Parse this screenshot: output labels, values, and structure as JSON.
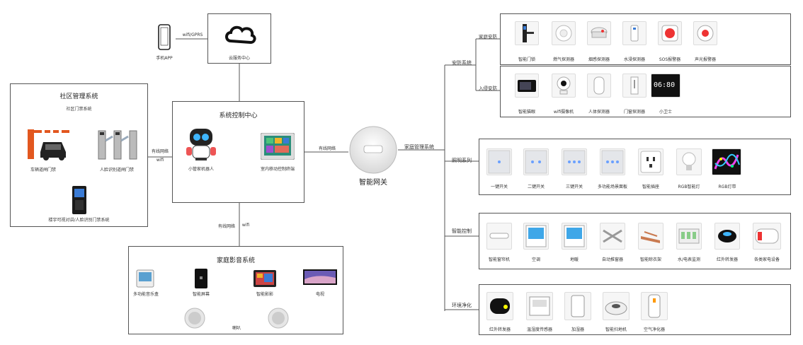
{
  "center": {
    "cloud_label": "云服务中心",
    "phone_label": "手机APP",
    "wifi_gprs": "wifi/GPRS",
    "system_title": "系统控制中心",
    "robot_label": "小管家机器人",
    "panel_label": "室内移动控制终端",
    "gateway_label": "智能网关",
    "wired_label": "有线网络",
    "wifi_label": "wifi",
    "wired_bottom": "有线网络",
    "wifi_bottom": "wifi",
    "wired_right": "有线网络"
  },
  "community": {
    "title": "社区管理系统",
    "subtitle": "社区门禁系统",
    "vehicle_gate": "车辆道闸门禁",
    "face_gate": "人脸识别道闸门禁",
    "intercom": "楼宇可视对讲/人脸识别门禁系统"
  },
  "av": {
    "title": "家庭影音系统",
    "items": [
      "多功能音乐盒",
      "智能屏幕",
      "智能影影",
      "电视"
    ],
    "speaker": "喇叭"
  },
  "home": {
    "main_label": "家庭管理系统",
    "security": {
      "label": "安防系统",
      "home_label": "家庭安防",
      "intrusion_label": "入侵安防",
      "home_items": [
        "智能门锁",
        "燃气探测器",
        "烟感探测器",
        "水浸探测器",
        "SOS报警器",
        "声光报警器"
      ],
      "intrusion_items": [
        "智能猫眼",
        "wifi摄像机",
        "人体探测器",
        "门窗探测器",
        "小卫士"
      ],
      "clock_text": "06:80"
    },
    "lighting": {
      "label": "照明系列",
      "items": [
        "一键开关",
        "二键开关",
        "三键开关",
        "多功能场景面板",
        "智能插座",
        "RGB智能灯",
        "RGB灯带"
      ]
    },
    "control": {
      "label": "智能控制",
      "items": [
        "智能窗帘机",
        "空调",
        "地暖",
        "自动推窗器",
        "智能晾衣架",
        "水/电表监测",
        "红外转发器",
        "各类家电设备"
      ]
    },
    "env": {
      "label": "环境净化",
      "items": [
        "红外转发器",
        "温湿度传感器",
        "加湿器",
        "智能扫地机",
        "空气净化器"
      ]
    }
  }
}
